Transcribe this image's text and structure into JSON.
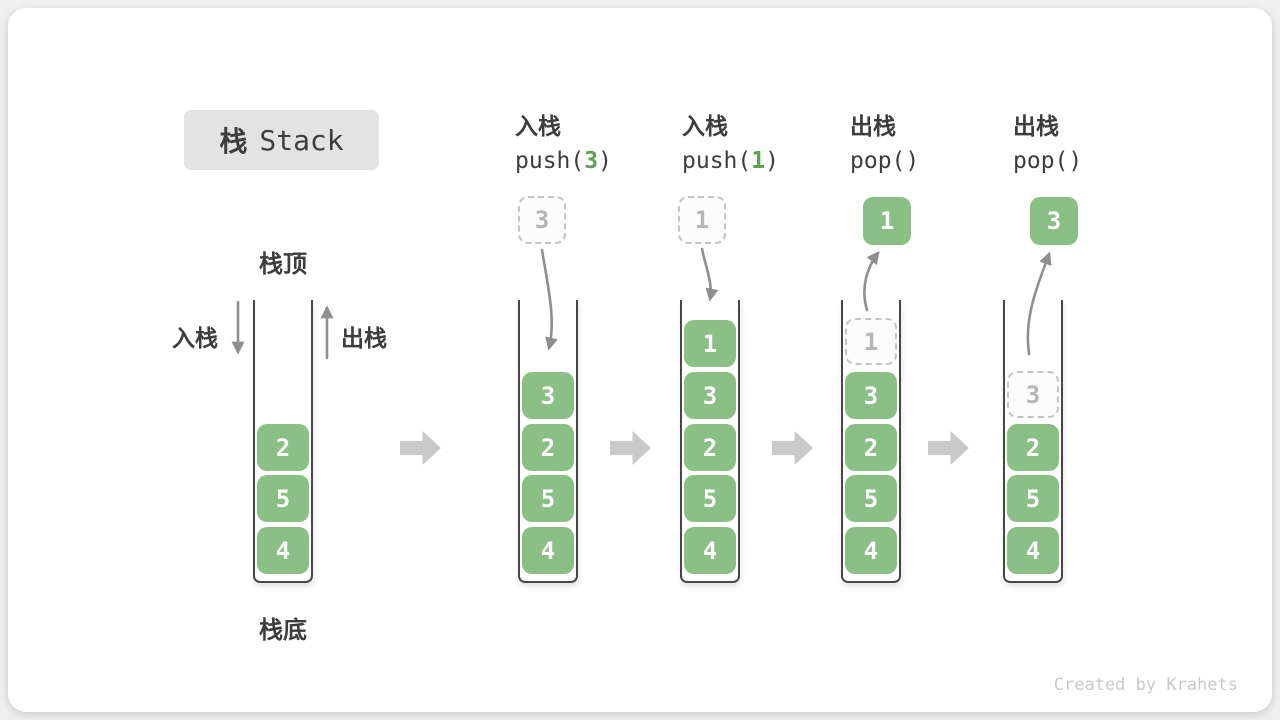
{
  "title": {
    "cjk": "栈",
    "latin": "Stack"
  },
  "watermark": "Created by Krahets",
  "labels": {
    "stack_top": "栈顶",
    "stack_bottom": "栈底",
    "push_side": "入栈",
    "pop_side": "出栈"
  },
  "colors": {
    "cell_green": "#8abf85",
    "arg_green": "#5fa052",
    "arrow_gray": "#8f8f8f",
    "block_arrow": "#c9c9c9",
    "ghost_border": "#c4c4c4",
    "ghost_text": "#b5b5b5",
    "label_dark": "#3d3d3d",
    "title_bg": "#e3e3e3",
    "watermark_gray": "#c9c9c9",
    "wall_dark": "#474747"
  },
  "steps": [
    {
      "name": "initial",
      "cells": [
        "2",
        "5",
        "4"
      ]
    },
    {
      "name": "push-3",
      "label": "入栈",
      "code": {
        "pre": "push(",
        "arg": "3",
        "post": ")"
      },
      "incoming": "3",
      "cells": [
        "3",
        "2",
        "5",
        "4"
      ]
    },
    {
      "name": "push-1",
      "label": "入栈",
      "code": {
        "pre": "push(",
        "arg": "1",
        "post": ")"
      },
      "incoming": "1",
      "cells": [
        "1",
        "3",
        "2",
        "5",
        "4"
      ]
    },
    {
      "name": "pop-1",
      "label": "出栈",
      "code": {
        "pre": "pop()",
        "arg": "",
        "post": ""
      },
      "outgoing": "1",
      "ghost": "1",
      "cells": [
        "3",
        "2",
        "5",
        "4"
      ]
    },
    {
      "name": "pop-3",
      "label": "出栈",
      "code": {
        "pre": "pop()",
        "arg": "",
        "post": ""
      },
      "outgoing": "3",
      "ghost": "3",
      "cells": [
        "2",
        "5",
        "4"
      ]
    }
  ]
}
